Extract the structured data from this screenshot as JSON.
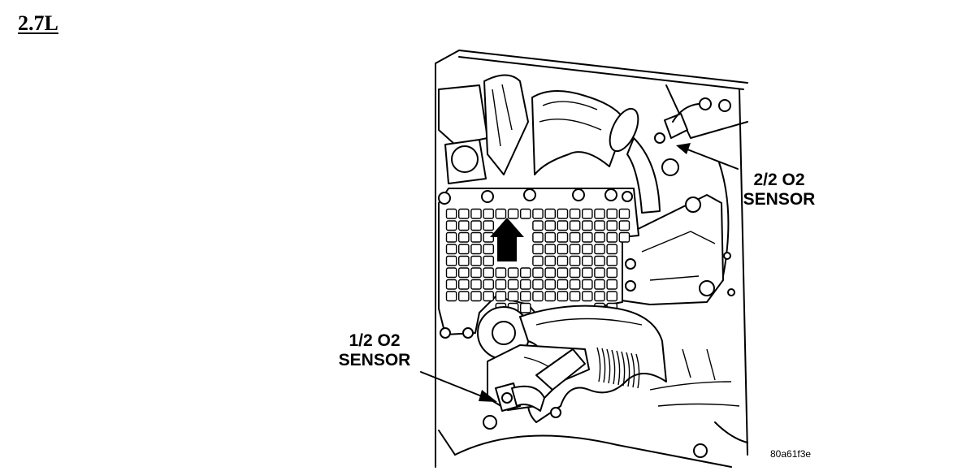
{
  "title": "2.7L",
  "labels": {
    "sensor_1_line1": "1/2 O2",
    "sensor_1_line2": "SENSOR",
    "sensor_2_line1": "2/2 O2",
    "sensor_2_line2": "SENSOR"
  },
  "figure_code": "80a61f3e"
}
